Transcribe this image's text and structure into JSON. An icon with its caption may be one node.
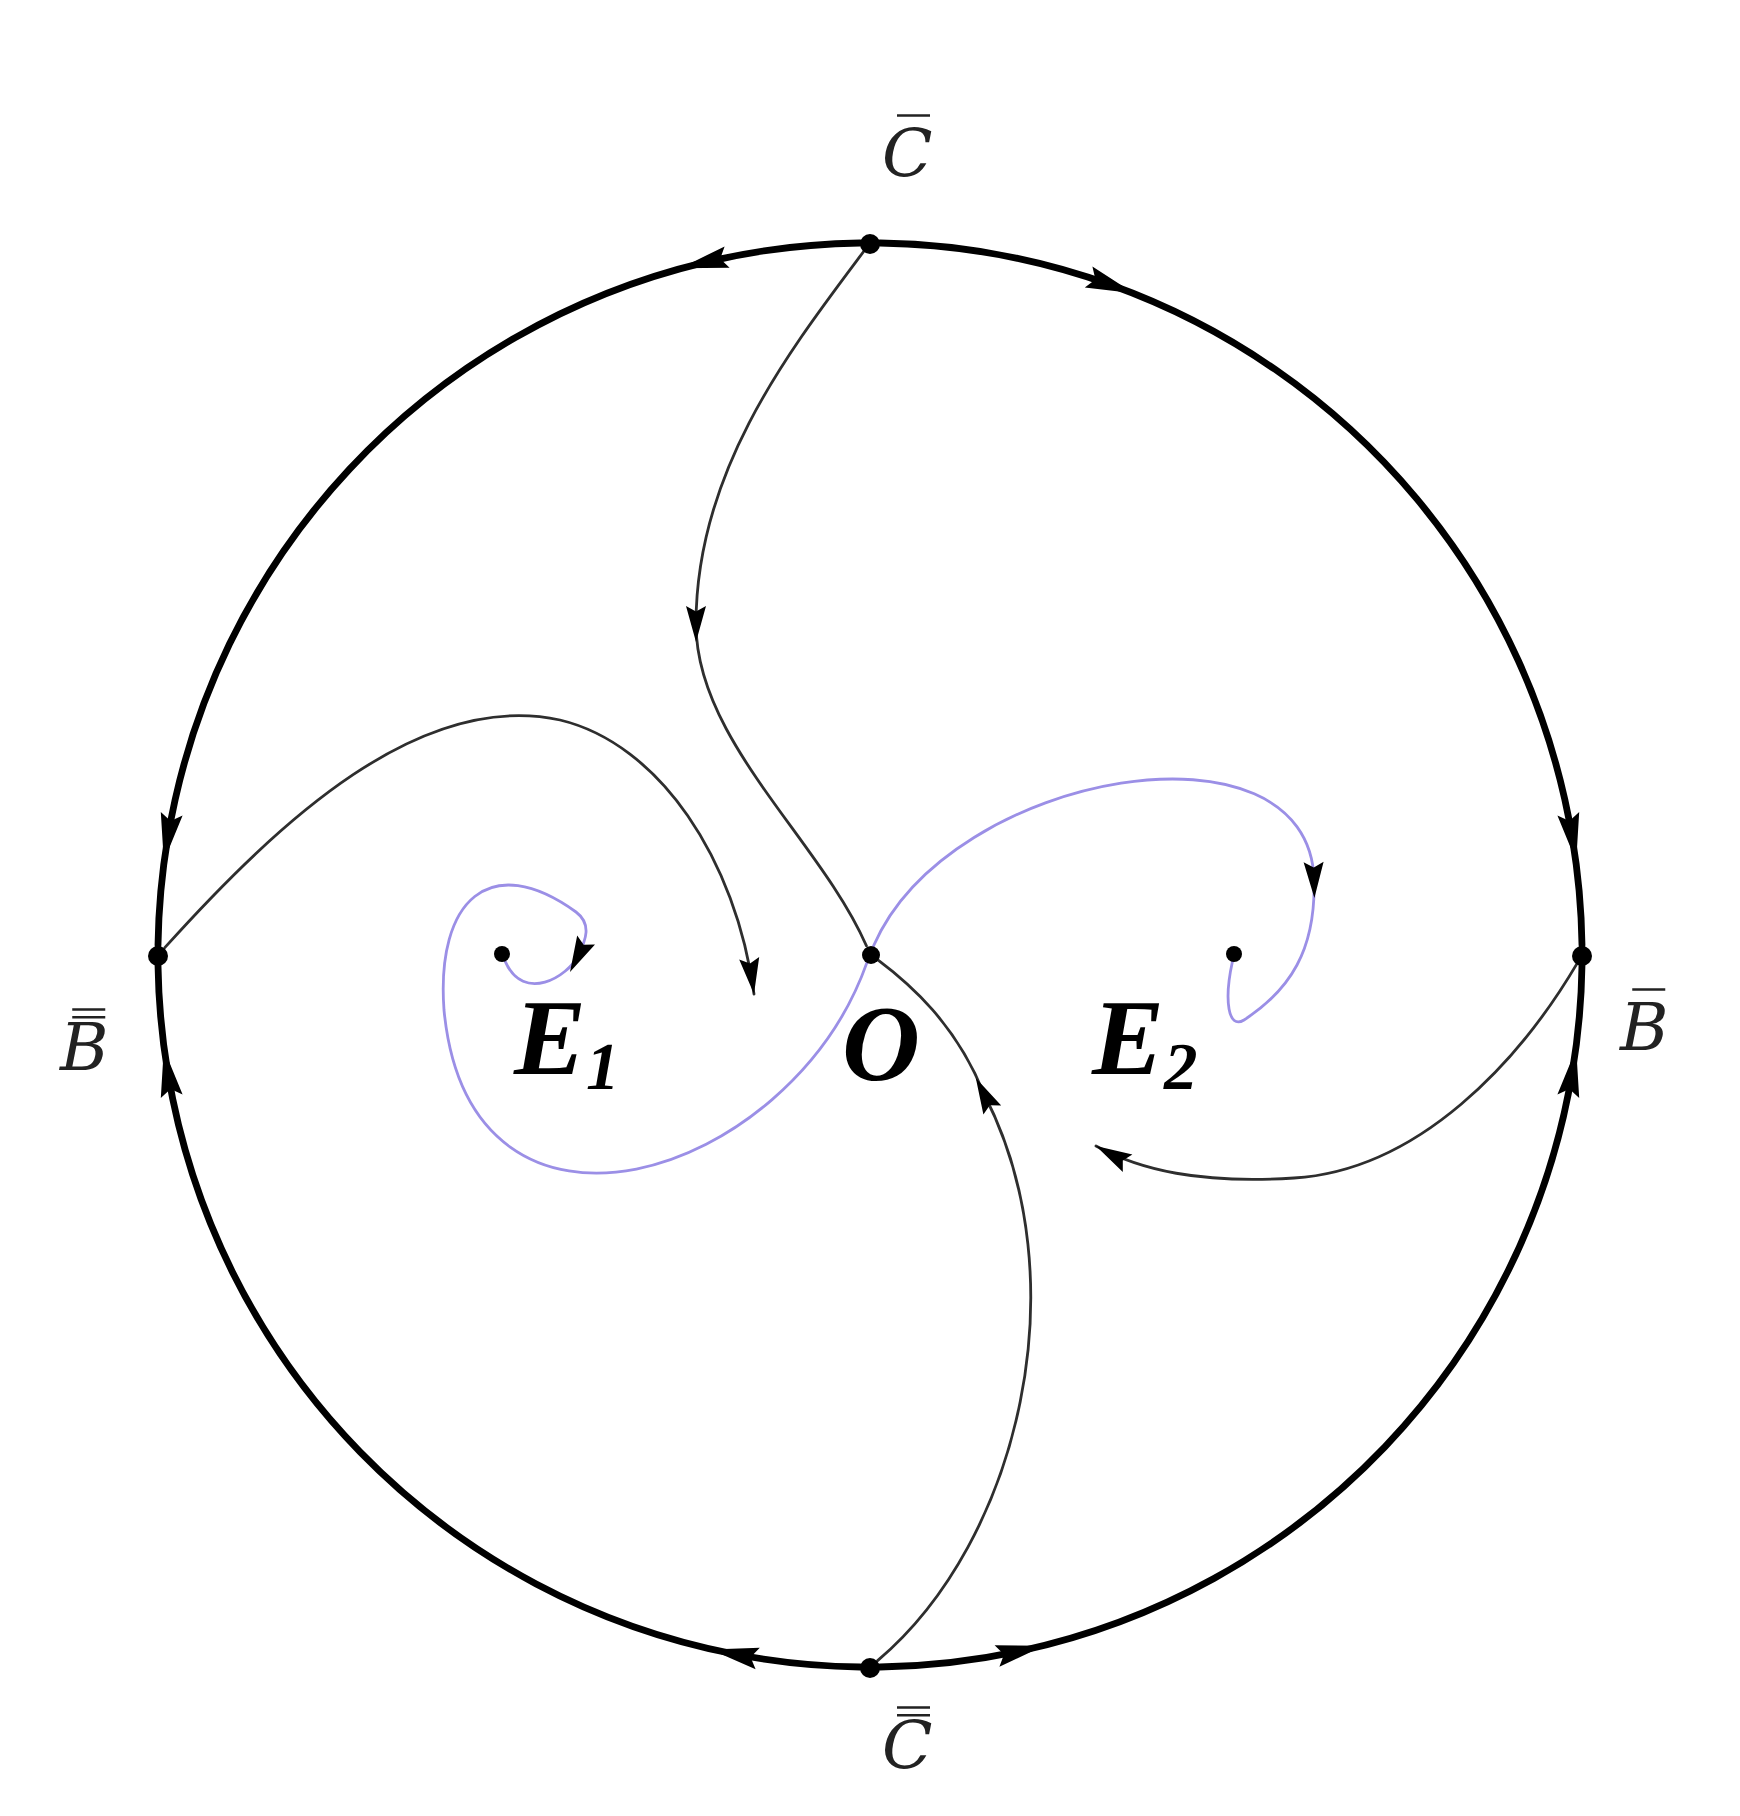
{
  "diagram": {
    "nodes": [
      {
        "text": [],
        "shape": "circle",
        "beside": [
          "C̅"
        ]
      },
      {
        "text": [],
        "shape": "circle",
        "beside": [
          "B̿"
        ]
      },
      {
        "text": [],
        "shape": "circle",
        "beside": [
          "E$_{1}$"
        ]
      },
      {
        "text": [],
        "shape": "circle",
        "beside": [
          "O"
        ]
      },
      {
        "text": [],
        "shape": "circle",
        "beside": [
          "E$_{2}$"
        ]
      },
      {
        "text": [],
        "shape": "circle",
        "beside": [
          "B̅"
        ]
      },
      {
        "text": [],
        "shape": "circle",
        "beside": [
          "C̿"
        ]
      }
    ],
    "edges": [
      {
        "from": 0,
        "to": 5,
        "arrow": "to",
        "style": "thick"
      },
      {
        "from": 0,
        "to": 1,
        "arrow": "to",
        "style": "thick"
      },
      {
        "from": 6,
        "to": 5,
        "arrow": "to",
        "style": "thick"
      },
      {
        "from": 6,
        "to": 1,
        "arrow": "to",
        "style": "thick"
      },
      {
        "from": 0,
        "to": 3,
        "arrow": "to"
      },
      {
        "from": 6,
        "to": 3,
        "arrow": "to"
      },
      {
        "from": 3,
        "to": 4,
        "arrow": "to",
        "color": "#9b8fe6"
      },
      {
        "from": 3,
        "to": 2,
        "arrow": "to",
        "color": "#9b8fe6"
      },
      {
        "from": 1,
        "to": null,
        "arrow": "to"
      },
      {
        "from": 5,
        "to": null,
        "arrow": "to"
      }
    ]
  }
}
